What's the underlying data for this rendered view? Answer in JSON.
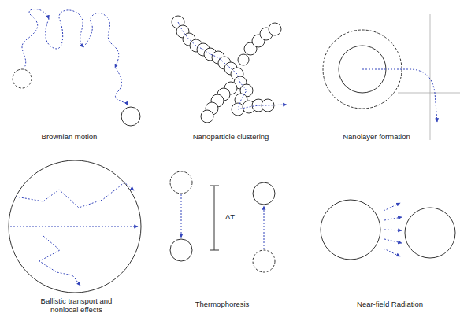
{
  "diagram": {
    "labels": [
      "Brownian motion",
      "Nanoparticle clustering",
      "Nanolayer formation",
      "Ballistic transport and nonlocal effects",
      "ΔT",
      "Thermophoresis",
      "Near-field Radiation"
    ]
  }
}
